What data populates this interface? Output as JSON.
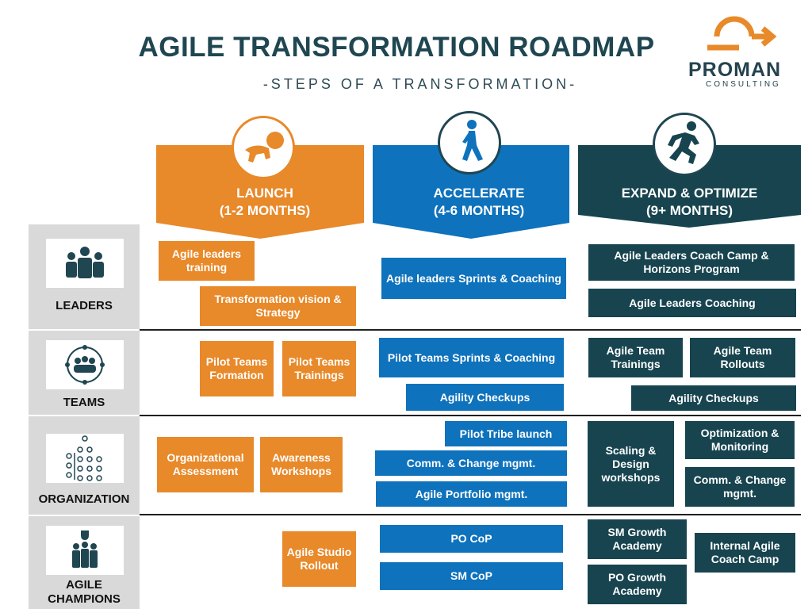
{
  "header": {
    "title": "AGILE TRANSFORMATION ROADMAP",
    "subtitle": "-STEPS OF A TRANSFORMATION-",
    "logo_name": "PROMAN",
    "logo_sub": "CONSULTING"
  },
  "colors": {
    "orange": "#e8892a",
    "blue": "#0e72bc",
    "green": "#17444f",
    "band": "#d9d9d9"
  },
  "phases": [
    {
      "line1": "LAUNCH",
      "line2": "(1-2 MONTHS)",
      "icon": "crawling-baby-icon"
    },
    {
      "line1": "ACCELERATE",
      "line2": "(4-6 MONTHS)",
      "icon": "walking-person-icon"
    },
    {
      "line1": "EXPAND & OPTIMIZE",
      "line2": "(9+ MONTHS)",
      "icon": "running-person-icon"
    }
  ],
  "rows": [
    {
      "label": "LEADERS",
      "icon": "leaders-group-icon"
    },
    {
      "label": "TEAMS",
      "icon": "team-circle-icon"
    },
    {
      "label": "ORGANIZATION",
      "icon": "org-chart-icon"
    },
    {
      "label_line1": "AGILE",
      "label_line2": "CHAMPIONS",
      "icon": "champions-trophy-icon"
    }
  ],
  "boxes": {
    "leaders_training": "Agile leaders training",
    "transformation_vision": "Transformation vision & Strategy",
    "leaders_sprints": "Agile leaders Sprints & Coaching",
    "leaders_coach_camp": "Agile Leaders Coach Camp & Horizons Program",
    "leaders_coaching": "Agile Leaders Coaching",
    "pilot_teams_formation": "Pilot Teams Formation",
    "pilot_teams_trainings": "Pilot Teams Trainings",
    "pilot_teams_sprints": "Pilot Teams Sprints & Coaching",
    "agility_checkups_1": "Agility Checkups",
    "agile_team_trainings": "Agile Team Trainings",
    "agile_team_rollouts": "Agile Team Rollouts",
    "agility_checkups_2": "Agility Checkups",
    "org_assessment": "Organizational Assessment",
    "awareness_workshops": "Awareness Workshops",
    "pilot_tribe": "Pilot Tribe launch",
    "comm_change_1": "Comm. & Change mgmt.",
    "portfolio": "Agile Portfolio mgmt.",
    "scaling_design": "Scaling & Design workshops",
    "optimization": "Optimization & Monitoring",
    "comm_change_2": "Comm. & Change mgmt.",
    "studio_rollout": "Agile Studio Rollout",
    "po_cop": "PO CoP",
    "sm_cop": "SM CoP",
    "sm_growth": "SM Growth Academy",
    "po_growth": "PO Growth Academy",
    "internal_coach_camp": "Internal Agile Coach Camp"
  }
}
